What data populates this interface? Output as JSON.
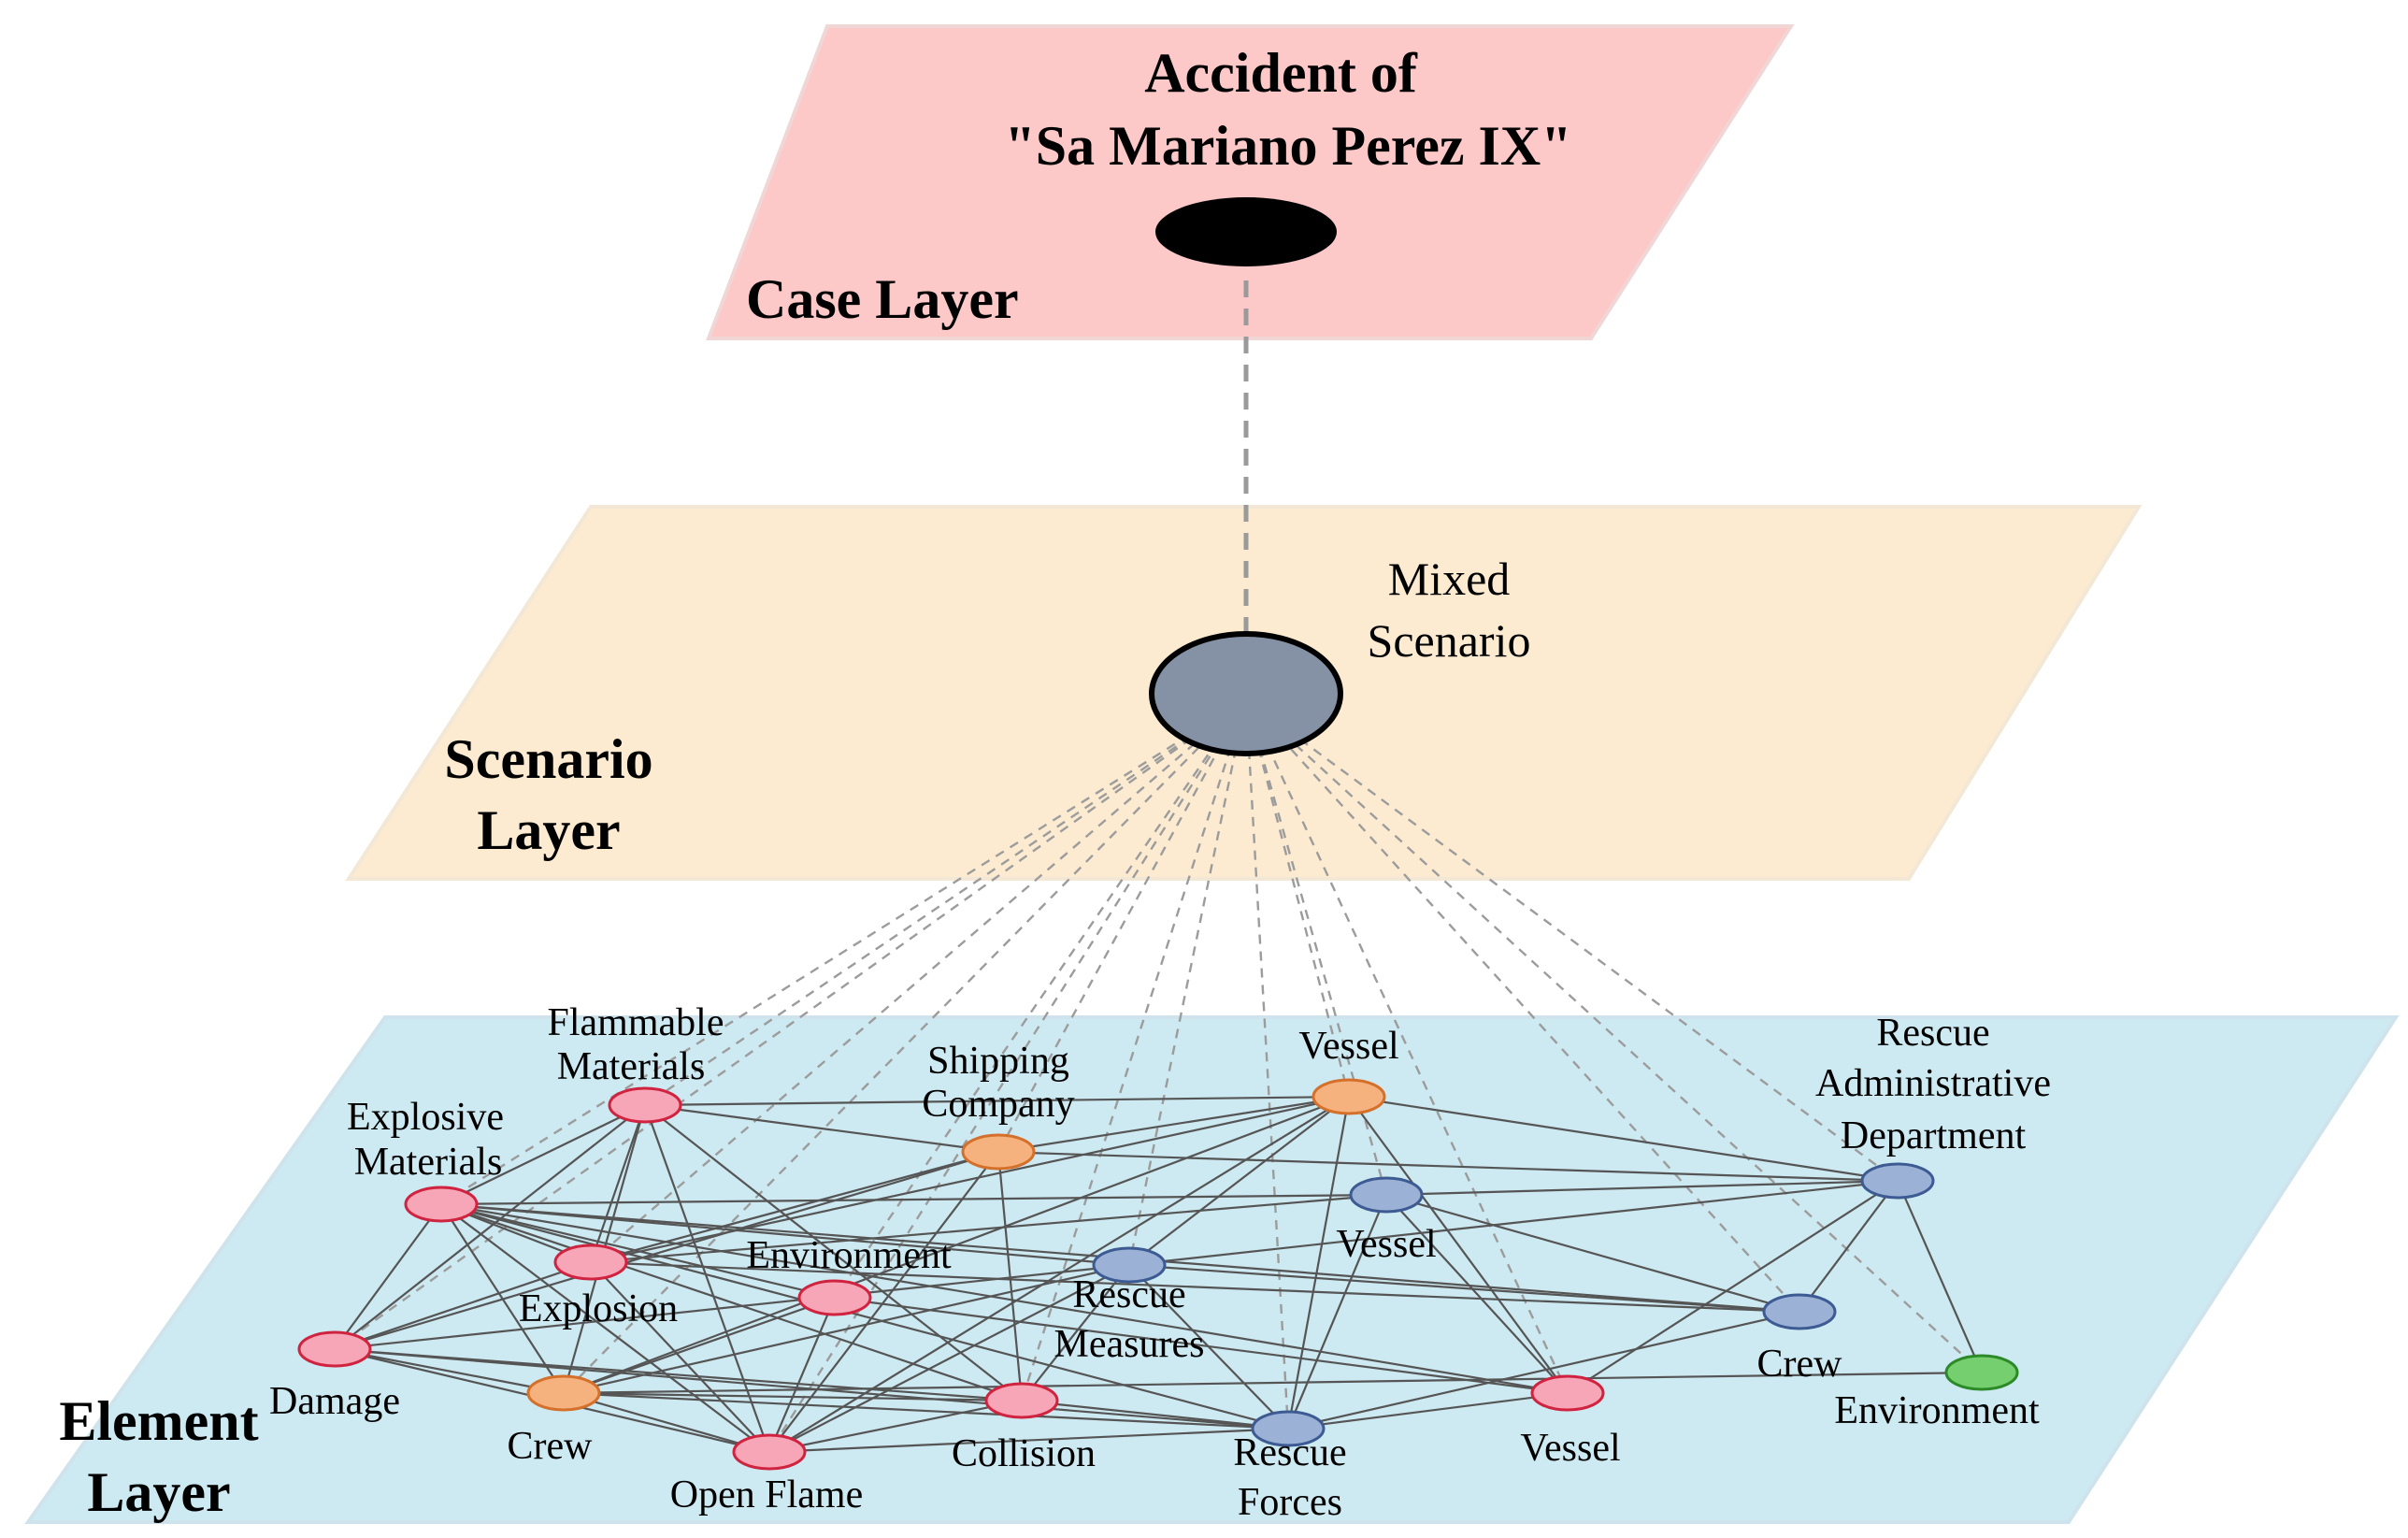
{
  "case_layer": {
    "label": "Case Layer",
    "title_line1": "Accident of",
    "title_line2": "\"Sa Mariano Perez IX\"",
    "fill": "#fcc8c8"
  },
  "scenario_layer": {
    "label_line1": "Scenario",
    "label_line2": "Layer",
    "node_label_line1": "Mixed",
    "node_label_line2": "Scenario",
    "fill": "#fcebd0"
  },
  "element_layer": {
    "label_line1": "Element",
    "label_line2": "Layer",
    "fill": "#cde9f1"
  },
  "colors": {
    "pink_node": "#f7a6b7",
    "orange_node": "#f5b27e",
    "blue_node": "#9bb2d6",
    "green_node": "#76cf6f",
    "scenario_node": "#8592a6",
    "case_node": "#000000"
  },
  "elements": [
    {
      "id": "flammable",
      "group": "pink",
      "lines": [
        "Flammable",
        "Materials"
      ]
    },
    {
      "id": "explosive",
      "group": "pink",
      "lines": [
        "Explosive",
        "Materials"
      ]
    },
    {
      "id": "explosion",
      "group": "pink",
      "lines": [
        "Explosion"
      ]
    },
    {
      "id": "environment1",
      "group": "pink",
      "lines": [
        "Environment"
      ]
    },
    {
      "id": "damage",
      "group": "pink",
      "lines": [
        "Damage"
      ]
    },
    {
      "id": "openflame",
      "group": "pink",
      "lines": [
        "Open Flame"
      ]
    },
    {
      "id": "collision",
      "group": "pink",
      "lines": [
        "Collision"
      ]
    },
    {
      "id": "vessel3",
      "group": "pink",
      "lines": [
        "Vessel"
      ]
    },
    {
      "id": "shipping",
      "group": "orange",
      "lines": [
        "Shipping",
        "Company"
      ]
    },
    {
      "id": "vessel1",
      "group": "orange",
      "lines": [
        "Vessel"
      ]
    },
    {
      "id": "crew1",
      "group": "orange",
      "lines": [
        "Crew"
      ]
    },
    {
      "id": "vessel2",
      "group": "blue",
      "lines": [
        "Vessel"
      ]
    },
    {
      "id": "rescuemeasures",
      "group": "blue",
      "lines": [
        "Rescue",
        "Measures"
      ]
    },
    {
      "id": "rescuedept",
      "group": "blue",
      "lines": [
        "Rescue",
        "Administrative",
        "Department"
      ]
    },
    {
      "id": "crew2",
      "group": "blue",
      "lines": [
        "Crew"
      ]
    },
    {
      "id": "rescueforces",
      "group": "blue",
      "lines": [
        "Rescue",
        "Forces"
      ]
    },
    {
      "id": "environment2",
      "group": "green",
      "lines": [
        "Environment"
      ]
    }
  ],
  "edges": [
    [
      "flammable",
      "explosive"
    ],
    [
      "flammable",
      "explosion"
    ],
    [
      "flammable",
      "openflame"
    ],
    [
      "flammable",
      "crew1"
    ],
    [
      "flammable",
      "shipping"
    ],
    [
      "flammable",
      "vessel1"
    ],
    [
      "flammable",
      "damage"
    ],
    [
      "flammable",
      "collision"
    ],
    [
      "explosive",
      "explosion"
    ],
    [
      "explosive",
      "crew1"
    ],
    [
      "explosive",
      "openflame"
    ],
    [
      "explosive",
      "rescuemeasures"
    ],
    [
      "explosive",
      "vessel2"
    ],
    [
      "explosive",
      "collision"
    ],
    [
      "explosive",
      "rescueforces"
    ],
    [
      "explosive",
      "vessel3"
    ],
    [
      "explosive",
      "crew2"
    ],
    [
      "explosive",
      "environment1"
    ],
    [
      "explosive",
      "damage"
    ],
    [
      "shipping",
      "explosion"
    ],
    [
      "shipping",
      "vessel1"
    ],
    [
      "shipping",
      "collision"
    ],
    [
      "shipping",
      "rescuedept"
    ],
    [
      "shipping",
      "damage"
    ],
    [
      "shipping",
      "openflame"
    ],
    [
      "vessel1",
      "explosion"
    ],
    [
      "vessel1",
      "rescuemeasures"
    ],
    [
      "vessel1",
      "rescueforces"
    ],
    [
      "vessel1",
      "crew1"
    ],
    [
      "vessel1",
      "rescuedept"
    ],
    [
      "vessel1",
      "openflame"
    ],
    [
      "vessel1",
      "vessel3"
    ],
    [
      "vessel2",
      "rescuedept"
    ],
    [
      "vessel2",
      "rescueforces"
    ],
    [
      "vessel2",
      "vessel3"
    ],
    [
      "vessel2",
      "explosion"
    ],
    [
      "vessel2",
      "crew2"
    ],
    [
      "rescuedept",
      "environment2"
    ],
    [
      "rescuedept",
      "rescuemeasures"
    ],
    [
      "rescuedept",
      "vessel3"
    ],
    [
      "rescuedept",
      "crew2"
    ],
    [
      "explosion",
      "damage"
    ],
    [
      "explosion",
      "crew2"
    ],
    [
      "explosion",
      "openflame"
    ],
    [
      "environment1",
      "openflame"
    ],
    [
      "environment1",
      "crew1"
    ],
    [
      "environment1",
      "vessel3"
    ],
    [
      "rescuemeasures",
      "crew1"
    ],
    [
      "rescuemeasures",
      "rescueforces"
    ],
    [
      "rescuemeasures",
      "collision"
    ],
    [
      "rescuemeasures",
      "damage"
    ],
    [
      "rescuemeasures",
      "crew2"
    ],
    [
      "rescuemeasures",
      "openflame"
    ],
    [
      "damage",
      "crew1"
    ],
    [
      "damage",
      "collision"
    ],
    [
      "damage",
      "openflame"
    ],
    [
      "damage",
      "rescueforces"
    ],
    [
      "crew1",
      "openflame"
    ],
    [
      "crew1",
      "collision"
    ],
    [
      "crew1",
      "rescueforces"
    ],
    [
      "crew1",
      "environment2"
    ],
    [
      "openflame",
      "collision"
    ],
    [
      "openflame",
      "rescueforces"
    ],
    [
      "collision",
      "rescueforces"
    ],
    [
      "rescueforces",
      "vessel3"
    ],
    [
      "rescueforces",
      "crew2"
    ]
  ]
}
